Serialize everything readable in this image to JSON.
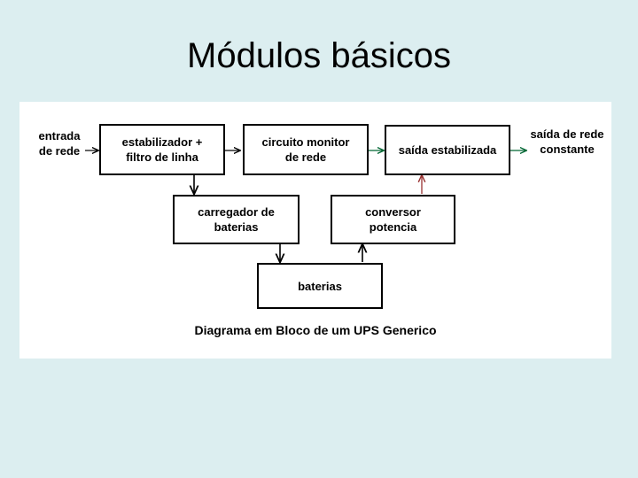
{
  "slide": {
    "title": "Módulos básicos",
    "background_color": "#dceef0",
    "panel_color": "#ffffff"
  },
  "diagram": {
    "caption": "Diagrama em Bloco de um UPS Generico",
    "colors": {
      "box_border": "#000000",
      "black_arrow": "#000000",
      "green_arrow": "#006633",
      "red_arrow": "#993333"
    },
    "blocks": [
      {
        "id": "estabilizador",
        "lines": [
          "estabilizador +",
          "filtro de linha"
        ]
      },
      {
        "id": "circuito-monitor",
        "lines": [
          "circuito monitor",
          "de rede"
        ]
      },
      {
        "id": "saida-estabilizada",
        "lines": [
          "saída estabilizada"
        ]
      },
      {
        "id": "carregador",
        "lines": [
          "carregador de",
          "baterias"
        ]
      },
      {
        "id": "conversor",
        "lines": [
          "conversor",
          "potencia"
        ]
      },
      {
        "id": "baterias",
        "lines": [
          "baterias"
        ]
      }
    ],
    "labels": [
      {
        "id": "entrada-de-rede",
        "lines": [
          "entrada",
          "de rede"
        ]
      },
      {
        "id": "saida-de-rede-constante",
        "lines": [
          "saída de rede",
          "constante"
        ]
      }
    ],
    "connectors": [
      {
        "id": "entrada-to-estabilizador",
        "color": "#000000"
      },
      {
        "id": "estabilizador-to-circuito-monitor",
        "color": "#000000"
      },
      {
        "id": "circuito-monitor-to-saida-estabilizada",
        "color": "#006633"
      },
      {
        "id": "saida-estabilizada-to-saida-rede",
        "color": "#006633"
      },
      {
        "id": "estabilizador-to-carregador",
        "color": "#000000"
      },
      {
        "id": "carregador-to-baterias",
        "color": "#000000"
      },
      {
        "id": "baterias-to-conversor",
        "color": "#000000"
      },
      {
        "id": "conversor-to-saida-estabilizada",
        "color": "#993333"
      }
    ]
  }
}
